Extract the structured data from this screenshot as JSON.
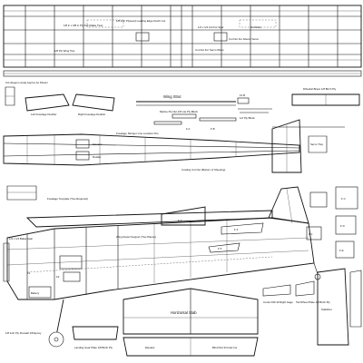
{
  "labels": {
    "ply_tabs": "1/8 in x 3/8 in Ply Tab (Make Two)",
    "lite_ply_spar": "1/8 inch Plywood Leading Edge Notch Cut",
    "cut_slots": "Cut Slots",
    "top_nut": "1/4 x 1/4 Cut For Spar",
    "wing_wire": "Cut Out For Aileron Servo",
    "wing_tips": "1/8 Ply Wing Tips",
    "ca_hinges": "CA Hinges Locate Approx As Shown",
    "left_doubler": "Left Fuselage Doubler",
    "right_doubler": "Right Fuselage Doubler",
    "wing_strut": "Wing Strut",
    "strut_detail": "Marine Ply Nut 1/8 Lite Ply Block",
    "cut_out_servo": "Cut Out For Servo Wires",
    "ply_f1": "F1 B",
    "ply_f2": "1/2 Ply Block",
    "elevator": "Elevator",
    "rudder": "Rudder",
    "fuselage_top": "Fuselage Stringer Line Location Pos",
    "cowl_cutout": "Cowling Cut Out (Bottom of Sheeting)",
    "fuselage_template": "Fuselage Template (Two Required)",
    "dihedral": "Dihedral Brace 1/8 Birch Ply",
    "servo_tray": "Servo Tray",
    "wing_dowel": "Wing Dowel Support (Two Places)",
    "balsa_dowel": "1/4 x 1/4 Balsa Spar",
    "f2_label": "F2",
    "f1_label": "F1",
    "battery": "Battery",
    "landing_gear": "Landing Gear Plate 1/8 Birch Ply",
    "firewall": "1/8 inch Ply Firewall 1/8 Epoxy",
    "center_rib": "Center Rib W-Right Gage",
    "tail_wheel": "Tail Wheel Plate 1/8 Birch Ply",
    "stabilizer": "Stabilizer",
    "horizontal_stab": "Horizontal Stab",
    "elevator_bottom": "Elevator",
    "blind_nut": "Blind Nut 3/4 Hat Cut",
    "fa": "F A",
    "fb": "F B",
    "fc": "F C",
    "fd": "F D",
    "fe": "F E",
    "ff": "F F",
    "f3": "F 3",
    "f4": "F 4",
    "f5": "F 5"
  }
}
